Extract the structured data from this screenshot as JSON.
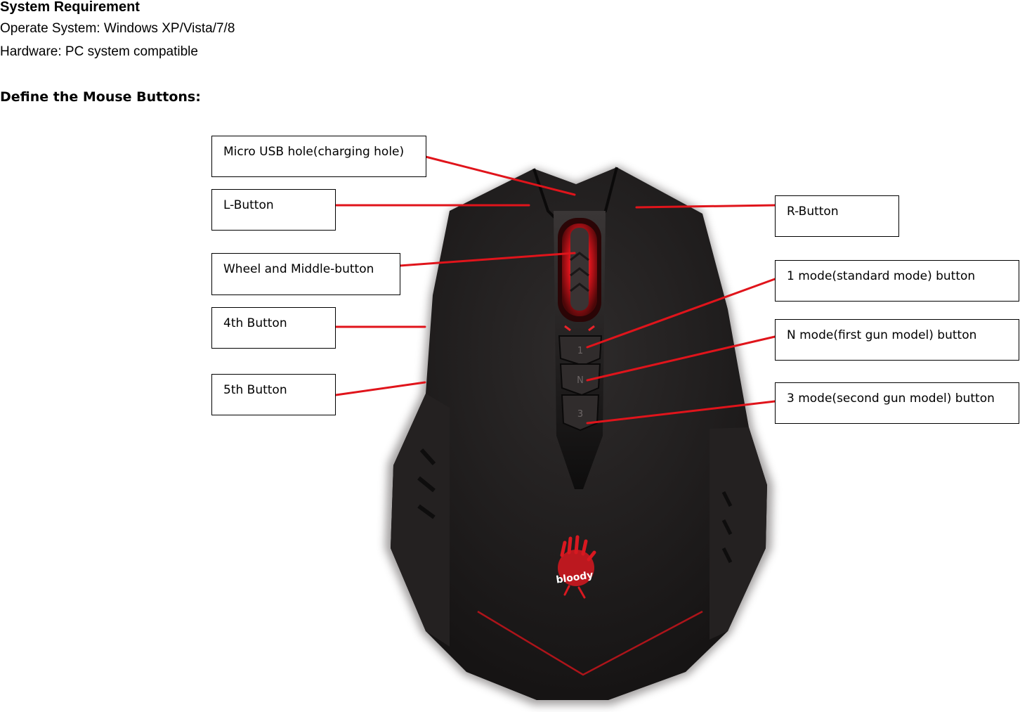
{
  "requirements": {
    "title": "System Requirement",
    "os": "Operate System: Windows XP/Vista/7/8",
    "hardware": "Hardware: PC system compatible"
  },
  "section_title": "Define the Mouse Buttons:",
  "labels": {
    "micro_usb": "Micro USB hole(charging hole)",
    "l_button": "L-Button",
    "wheel": "Wheel and Middle-button",
    "fourth": "4th Button",
    "fifth": "5th Button",
    "r_button": "R-Button",
    "mode_1": "1 mode(standard mode) button",
    "mode_n": "N mode(first gun model) button",
    "mode_3": "3 mode(second gun model) button"
  },
  "mouse": {
    "logo_text": "bloody",
    "mode_marks": [
      "1",
      "N",
      "3"
    ]
  },
  "colors": {
    "leader_line": "#e0141b",
    "mouse_body": "#1c1a1a",
    "accent_red": "#e8232a"
  }
}
